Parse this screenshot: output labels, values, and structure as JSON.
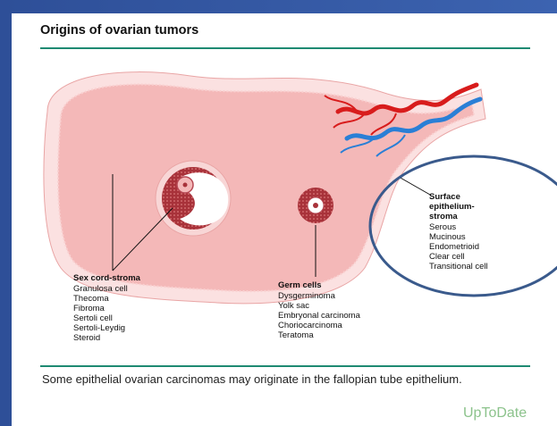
{
  "figure": {
    "title": "Origins of ovarian tumors",
    "caption": "Some epithelial ovarian carcinomas may originate in the fallopian tube epithelium.",
    "brand": "UpToDate"
  },
  "groups": {
    "sex_cord": {
      "title": "Sex cord-stroma",
      "items": [
        "Granulosa cell",
        "Thecoma",
        "Fibroma",
        "Sertoli cell",
        "Sertoli-Leydig",
        "Steroid"
      ]
    },
    "germ": {
      "title": "Germ cells",
      "items": [
        "Dysgerminoma",
        "Yolk sac",
        "Embryonal carcinoma",
        "Choriocarcinoma",
        "Teratoma"
      ]
    },
    "surface": {
      "title_lines": [
        "Surface",
        "epithelium-",
        "stroma"
      ],
      "items": [
        "Serous",
        "Mucinous",
        "Endometrioid",
        "Clear cell",
        "Transitional cell"
      ]
    }
  },
  "colors": {
    "stroma": "#f4b8b8",
    "cortex": "#f8d6d6",
    "follicle": "#a8323a",
    "artery": "#d81c1c",
    "vein": "#2a7fd6",
    "highlight_ring": "#3a5a8c",
    "rule": "#1e8a72"
  }
}
